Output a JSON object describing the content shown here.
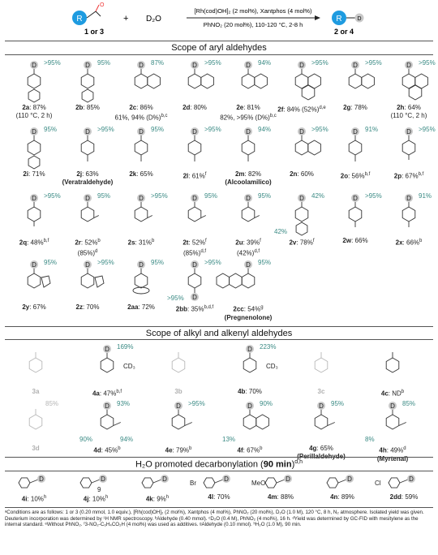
{
  "scheme": {
    "reactant_label": "1 or 3",
    "reactant_r": "R",
    "reactant_o": "O",
    "plus": "+",
    "reagent": "D₂O",
    "cond_top": "[Rh(cod)OH]₂ (2 mol%), Xantphos (4 mol%)",
    "cond_bottom": "PhNO₂ (20 mol%), 110-120 °C, 2-8 h",
    "product_label": "2 or 4",
    "product_r": "R",
    "product_d": "D"
  },
  "section_aryl": "Scope of aryl aldehydes",
  "section_alkyl": "Scope of alkyl and alkenyl aldehydes",
  "section_h2o_prefix": "H₂O promoted decarbonylation (",
  "section_h2o_bold": "90 min",
  "section_h2o_suffix": ")",
  "section_h2o_sup": "d,h",
  "d_atom": "D",
  "aryl": [
    {
      "id": "2a",
      "label": "2a",
      "yield": ": 87%",
      "pct": ">95%",
      "extra": "(110 °C, 2 h)",
      "shape": "phenylbenzene"
    },
    {
      "id": "2b",
      "label": "2b",
      "yield": ": 85%",
      "pct": "95%",
      "extra": "",
      "shape": "biphenyl2"
    },
    {
      "id": "2c",
      "label": "2c",
      "yield": ": 86%",
      "pct": "87%",
      "extra": "61%, 94% (D%)",
      "extra_sup": "b,c",
      "shape": "naphthalene"
    },
    {
      "id": "2d",
      "label": "2d",
      "yield": ": 80%",
      "pct": ">95%",
      "extra": "",
      "shape": "naphthalene"
    },
    {
      "id": "2e",
      "label": "2e",
      "yield": ": 81%",
      "pct": "94%",
      "extra": "82%, >95% (D%)",
      "extra_sup": "b,c",
      "shape": "methylnaphthalene"
    },
    {
      "id": "2f",
      "label": "2f",
      "yield": ": 84% (52%)",
      "yield_sup": "d,e",
      "pct": ">95%",
      "extra": "",
      "shape": "phenanthrene"
    },
    {
      "id": "2g",
      "label": "2g",
      "yield": ": 78%",
      "pct": ">95%",
      "extra": "",
      "shape": "fluorene"
    },
    {
      "id": "2h",
      "label": "2h",
      "yield": ": 64%",
      "pct": ">95%",
      "extra": "(110 °C, 2 h)",
      "shape": "pyrene"
    },
    {
      "id": "2i",
      "label": "2i",
      "yield": ": 71%",
      "pct": "95%",
      "extra": "",
      "shape": "obnphenyl"
    },
    {
      "id": "2j",
      "label": "2j",
      "yield": ": 63%",
      "pct": ">95%",
      "extra": "(Veratraldehyde)",
      "shape": "dimethoxy"
    },
    {
      "id": "2k",
      "label": "2k",
      "yield": ": 65%",
      "pct": "95%",
      "extra": "",
      "shape": "dimethoxy"
    },
    {
      "id": "2l",
      "label": "2l",
      "yield": ": 61%",
      "yield_sup": "f",
      "pct": ">95%",
      "extra": "",
      "shape": "dioxane"
    },
    {
      "id": "2m",
      "label": "2m",
      "yield": ": 82%",
      "pct": "94%",
      "extra": "(Alcoolamilico)",
      "shape": "isoamyloxy"
    },
    {
      "id": "2n",
      "label": "2n",
      "yield": ": 60%",
      "pct": ">95%",
      "extra": "",
      "shape": "carbazole"
    },
    {
      "id": "2o",
      "label": "2o",
      "yield": ": 56%",
      "yield_sup": "b,f",
      "pct": "91%",
      "extra": "",
      "shape": "acetamide"
    },
    {
      "id": "2p",
      "label": "2p",
      "yield": ": 67%",
      "yield_sup": "b,f",
      "pct": ">95%",
      "extra": "",
      "shape": "bpinpara"
    },
    {
      "id": "2q",
      "label": "2q",
      "yield": ": 48%",
      "yield_sup": "b,f",
      "pct": ">95%",
      "extra": "",
      "shape": "bpinmeta"
    },
    {
      "id": "2r",
      "label": "2r",
      "yield": ": 52%",
      "yield_sup": "b",
      "pct": "95%",
      "extra": "(85%)",
      "extra_sup": "d",
      "shape": "dichloro"
    },
    {
      "id": "2s",
      "label": "2s",
      "yield": ": 31%",
      "yield_sup": "b",
      "pct": ">95%",
      "extra": "",
      "shape": "dichloro23"
    },
    {
      "id": "2t",
      "label": "2t",
      "yield": ": 52%",
      "yield_sup": "f",
      "pct": "95%",
      "extra": "(85%)",
      "extra_sup": "d,f",
      "shape": "bromochloro"
    },
    {
      "id": "2u",
      "label": "2u",
      "yield": ": 39%",
      "yield_sup": "f",
      "pct": "95%",
      "extra": "(42%)",
      "extra_sup": "d,f",
      "shape": "bromomethoxy"
    },
    {
      "id": "2v",
      "label": "2v",
      "yield": ": 78%",
      "yield_sup": "f",
      "pct": "42%",
      "pct2": "42%",
      "extra": "",
      "shape": "pyridylphenyl"
    },
    {
      "id": "2w",
      "label": "2w",
      "yield": ": 66%",
      "pct": ">95%",
      "extra": "",
      "shape": "cyano"
    },
    {
      "id": "2x",
      "label": "2x",
      "yield": ": 66%",
      "yield_sup": "b",
      "pct": "91%",
      "extra": "",
      "shape": "benzoicacid"
    },
    {
      "id": "2y",
      "label": "2y",
      "yield": ": 67%",
      "pct": "95%",
      "extra": "",
      "shape": "benzofuran"
    },
    {
      "id": "2z",
      "label": "2z",
      "yield": ": 70%",
      "pct": ">95%",
      "extra": "",
      "shape": "benzothiophene"
    },
    {
      "id": "2aa",
      "label": "2aa",
      "yield": ": 72%",
      "pct": "95%",
      "extra": "",
      "shape": "ferrocene"
    },
    {
      "id": "2bb",
      "label": "2bb",
      "yield": ": 35%",
      "yield_sup": "b,d,f",
      "pct": ">95%",
      "pct2": ">95%",
      "extra": "",
      "shape": "dideutero"
    },
    {
      "id": "2cc",
      "label": "2cc",
      "yield": ": 54%",
      "yield_sup": "g",
      "pct": "95%",
      "extra": "(Pregnenolone)",
      "shape": "steroid"
    }
  ],
  "alkyl": [
    {
      "id": "3a",
      "label": "3a",
      "gray": true,
      "shape": "benzyloxyacetaldehyde"
    },
    {
      "id": "4a",
      "label": "4a",
      "yield": ": 47%",
      "yield_sup": "b,f",
      "pct": "169%",
      "shape": "benzylmethyl",
      "cd3": "CD₃"
    },
    {
      "id": "3b",
      "label": "3b",
      "gray": true,
      "shape": "phthalimideald"
    },
    {
      "id": "4b",
      "label": "4b",
      "yield": ": 70%",
      "pct": "223%",
      "shape": "phthalimidemethyl",
      "cd3": "CD₃"
    },
    {
      "id": "3c",
      "label": "3c",
      "gray": true,
      "shape": "bocphe"
    },
    {
      "id": "4c",
      "label": "4c",
      "yield": ": ND",
      "yield_sup": "b",
      "shape": "bocamine"
    },
    {
      "id": "3d",
      "label": "3d",
      "gray": true,
      "pct": "85%",
      "shape": "cinnamaldehyde"
    },
    {
      "id": "4d",
      "label": "4d",
      "yield": ": 45%",
      "yield_sup": "b",
      "pct": "93%",
      "pct2": "90%",
      "pct3": "94%",
      "shape": "styrene"
    },
    {
      "id": "4e",
      "label": "4e",
      "yield": ": 79%",
      "yield_sup": "b",
      "pct": ">95%",
      "shape": "diphenylethylene"
    },
    {
      "id": "4f",
      "label": "4f",
      "yield": ": 67%",
      "yield_sup": "b",
      "pct": "90%",
      "pct2": "13%",
      "shape": "vinylnaphthalene"
    },
    {
      "id": "4g",
      "label": "4g",
      "yield": ": 65%",
      "pct": "95%",
      "extra": "(Perillaldehyde)",
      "shape": "limonene"
    },
    {
      "id": "4h",
      "label": "4h",
      "yield": ": 49%",
      "yield_sup": "d",
      "pct": "85%",
      "pct2": "8%",
      "extra": "(Myrtenal)",
      "shape": "pinene"
    }
  ],
  "h2o": [
    {
      "id": "4i",
      "label": "4i",
      "yield": ": 10%",
      "yield_sup": "h",
      "shape": "ethylbenzene"
    },
    {
      "id": "4j",
      "label": "4j",
      "yield": ": 10%",
      "yield_sup": "h",
      "shape": "alkylchain",
      "n_label": "9"
    },
    {
      "id": "4k",
      "label": "4k",
      "yield": ": 9%",
      "yield_sup": "h",
      "shape": "isopropyl"
    },
    {
      "id": "4l",
      "label": "4l",
      "yield": ": 70%",
      "shape": "bromostyrene",
      "sub": "Br"
    },
    {
      "id": "4m",
      "label": "4m",
      "yield": ": 88%",
      "shape": "methoxystyrene",
      "sub": "MeO"
    },
    {
      "id": "4n",
      "label": "4n",
      "yield": ": 89%",
      "shape": "methylstyrene"
    },
    {
      "id": "2dd",
      "label": "2dd",
      "yield": ": 59%",
      "shape": "chlorobenzene",
      "sub": "Cl"
    }
  ],
  "footnote": "ᵃConditions are as follows: 1 or 3 (0.20 mmol, 1.0 equiv.), [Rh(cod)OH]₂ (2 mol%), Xantphos (4 mol%), PhNO₂ (20 mol%), D₂O (1.0 M), 120 °C, 8 h, N₂ atmosphere. Isolated yield was given. Deuterium incorporation was determined by ¹H NMR spectroscopy. ᵇAldehyde (0.40 mmol). ᶜD₂O (0.4 M), PhNO₂ (4 mol%), 16 h. ᵈYield was determined by GC-FID with mesitylene as the internal standard. ᵉWithout PhNO₂. ᶠ3-NO₂-C₆H₄CO₂H (4 mol%) was used as additives. ᵍAldehyde (0.10 mmol). ʰH₂O (1.0 M), 90 min.",
  "colors": {
    "accent": "#3a8a84",
    "ball": "#c9c9c9",
    "ball_blue": "#1e9be0",
    "gray": "#b5b5b5"
  }
}
